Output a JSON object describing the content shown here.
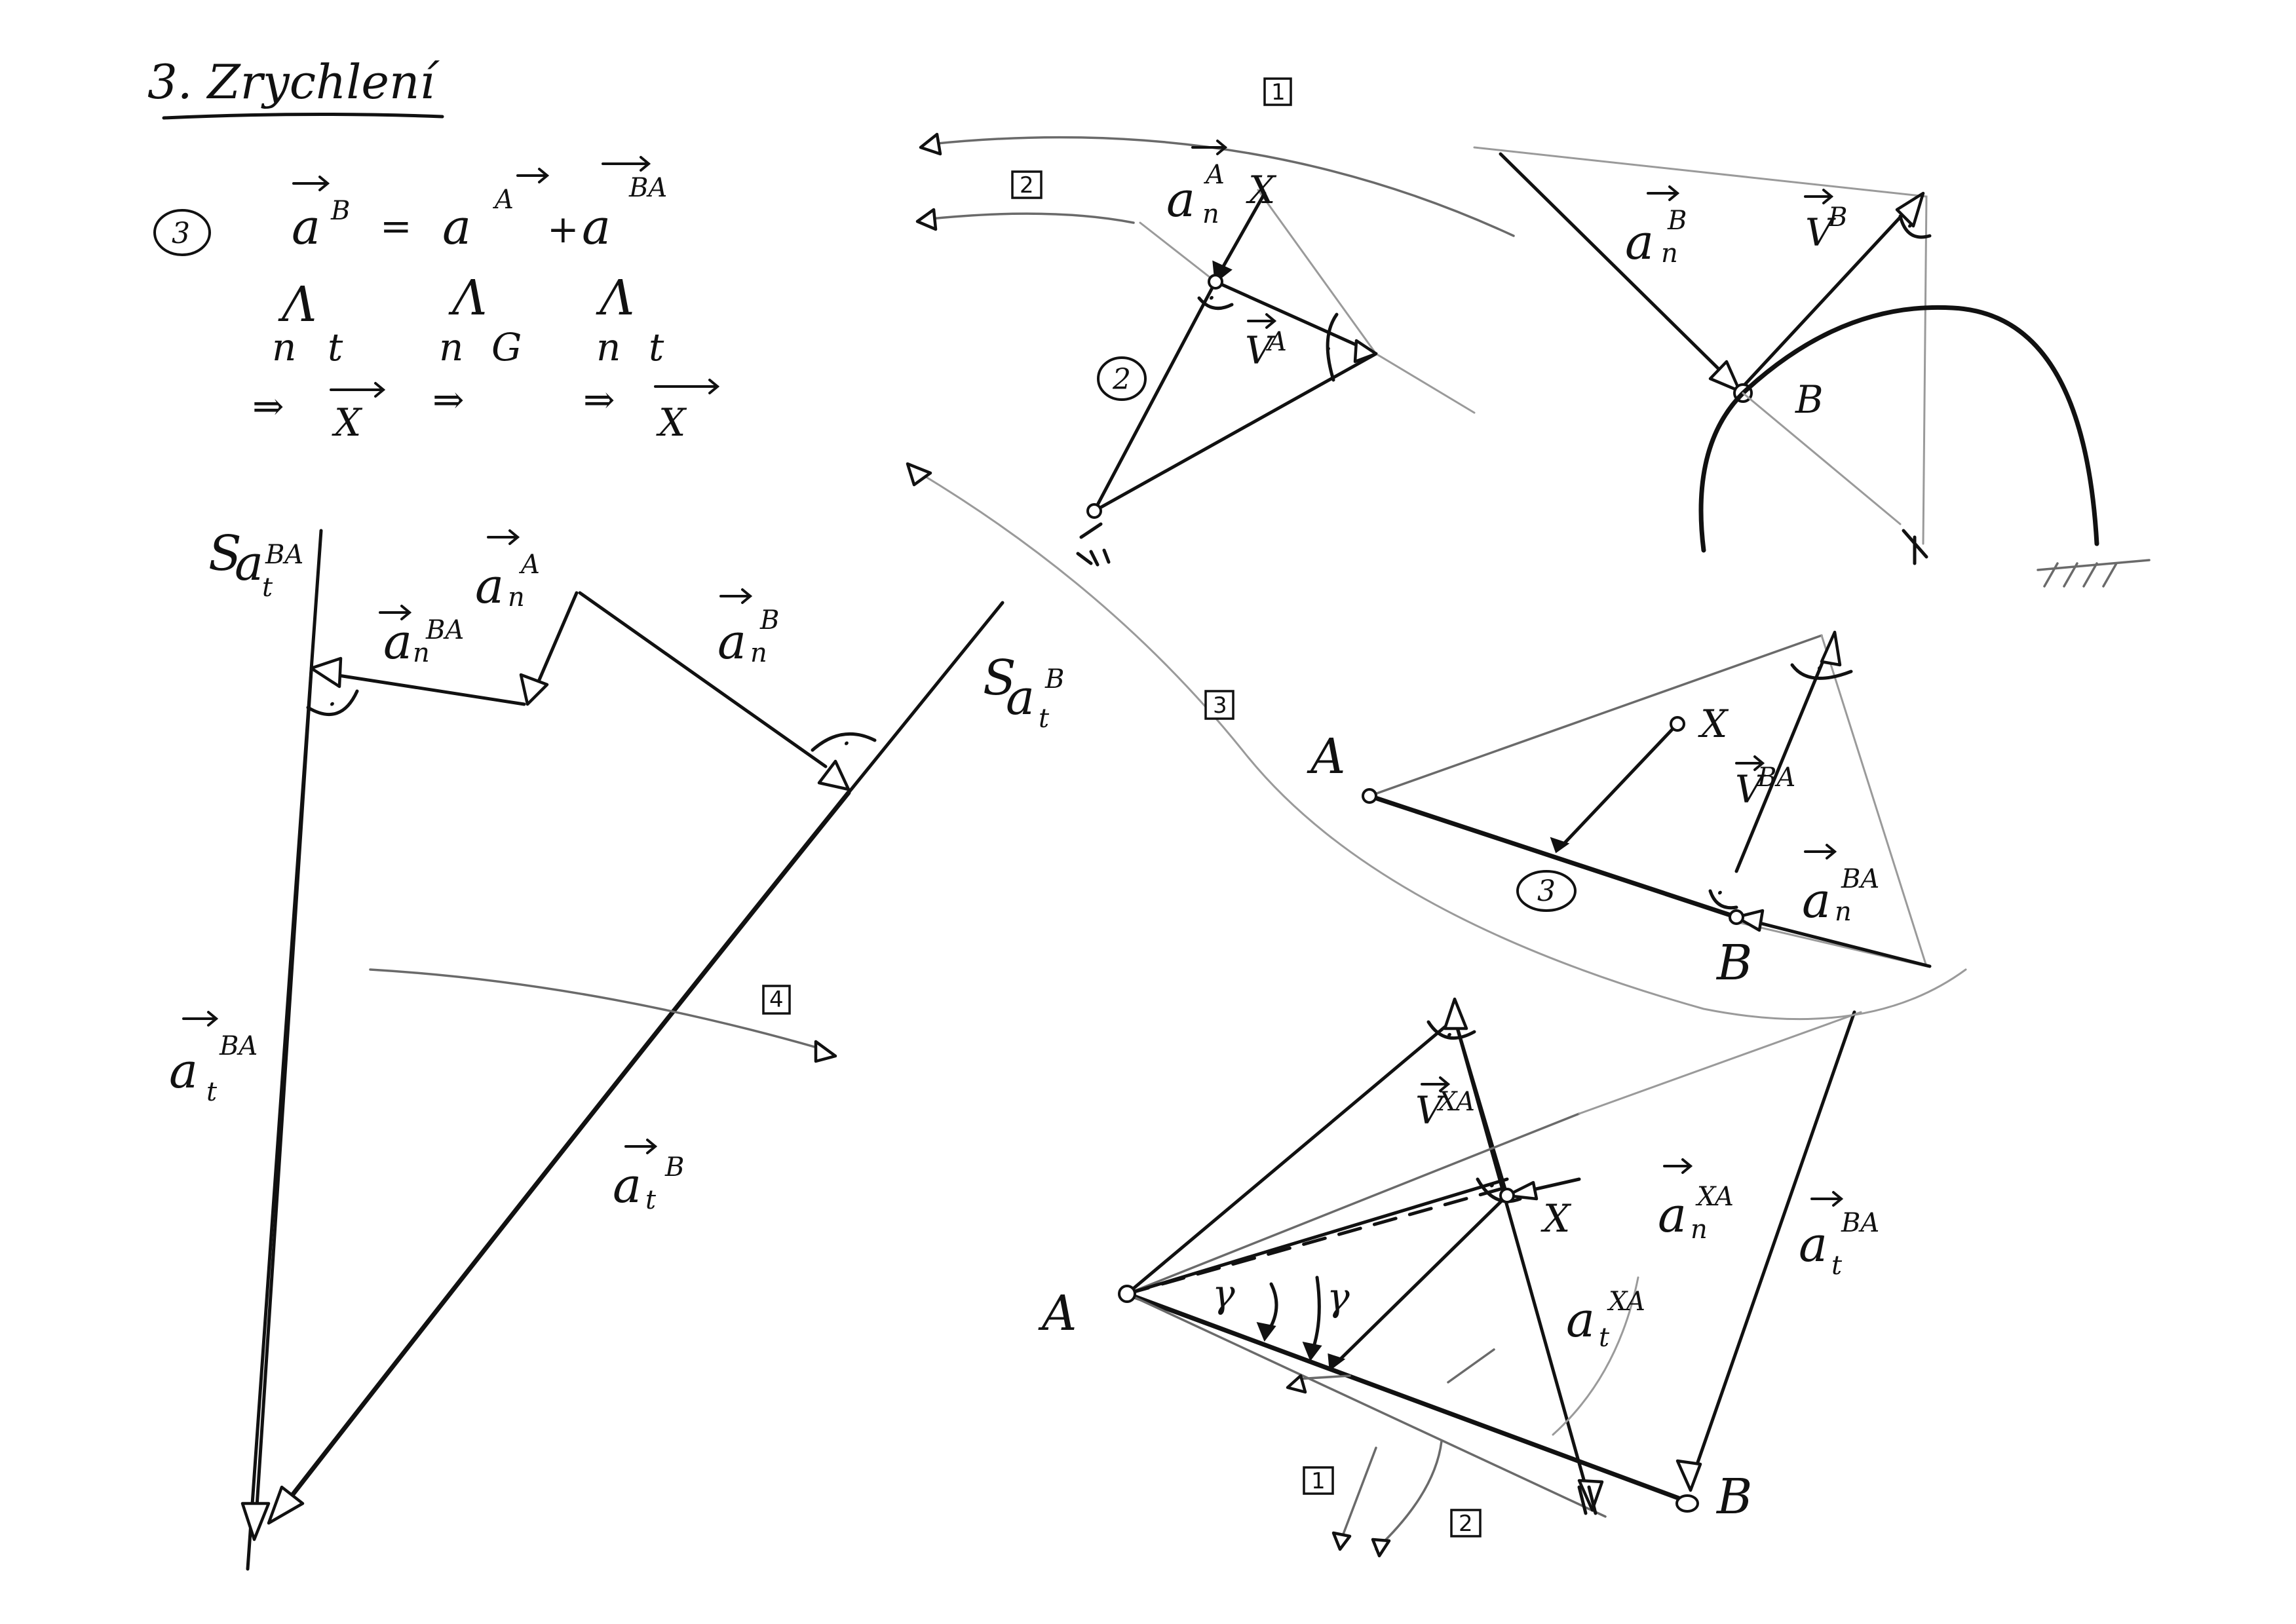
{
  "title": "3. Zrychlení",
  "equation": {
    "marker": "3",
    "lhs": "a",
    "lhs_sup": "B",
    "equals": "=",
    "t1": "a",
    "t1_sup": "A",
    "plus": "+",
    "t2": "a",
    "t2_sup": "BA",
    "caret": "Λ",
    "cols": [
      {
        "n": "n",
        "t": "t",
        "known": "⇒",
        "unknown": "X"
      },
      {
        "n": "n",
        "t": "G",
        "known": "⇒"
      },
      {
        "n": "n",
        "t": "t",
        "known": "⇒",
        "unknown": "X"
      }
    ]
  },
  "labels": {
    "s_at_ba_sym": "S",
    "s_at_ba": "a",
    "s_at_ba_sub": "t",
    "s_at_ba_sup": "BA",
    "an_ba_main": "a",
    "an_ba_sub": "n",
    "an_ba_sup": "BA",
    "an_a_main": "a",
    "an_a_sub": "n",
    "an_a_sup": "A",
    "an_b_main": "a",
    "an_b_sub": "n",
    "an_b_sup": "B",
    "s_at_b_sym": "S",
    "s_at_b": "a",
    "s_at_b_sub": "t",
    "s_at_b_sup": "B",
    "at_ba_main": "a",
    "at_ba_sub": "t",
    "at_ba_sup": "BA",
    "at_b_main": "a",
    "at_b_sub": "t",
    "at_b_sup": "B",
    "mech_an_a_main": "a",
    "mech_an_a_sub": "n",
    "mech_an_a_sup": "A",
    "mech_x": "X",
    "mech_va": "V",
    "mech_va_sup": "A",
    "mech_an_b_main": "a",
    "mech_an_b_sub": "n",
    "mech_an_b_sup": "B",
    "mech_vb": "V",
    "mech_vb_sup": "B",
    "mech_b": "B",
    "tri_a": "A",
    "tri_x": "X",
    "tri_vba": "V",
    "tri_vba_sup": "BA",
    "tri_an_ba_main": "a",
    "tri_an_ba_sub": "n",
    "tri_an_ba_sup": "BA",
    "tri_b": "B",
    "low_vxa": "V",
    "low_vxa_sup": "XA",
    "low_x": "X",
    "low_an_xa_main": "a",
    "low_an_xa_sub": "n",
    "low_an_xa_sup": "XA",
    "low_at_ba_main": "a",
    "low_at_ba_sub": "t",
    "low_at_ba_sup": "BA",
    "low_at_xa_main": "a",
    "low_at_xa_sub": "t",
    "low_at_xa_sup": "XA",
    "low_a": "A",
    "low_b": "B",
    "gamma": "γ"
  },
  "markers": {
    "box1_top": "1",
    "box2_top": "2",
    "box3": "3",
    "box4": "4",
    "box1_bottom": "1",
    "box2_bottom": "2",
    "circle2": "2",
    "circle3": "3",
    "right_angle": "·"
  },
  "colors": {
    "ink": "#111111",
    "faint": "#9a9a9a",
    "paper": "#ffffff"
  }
}
